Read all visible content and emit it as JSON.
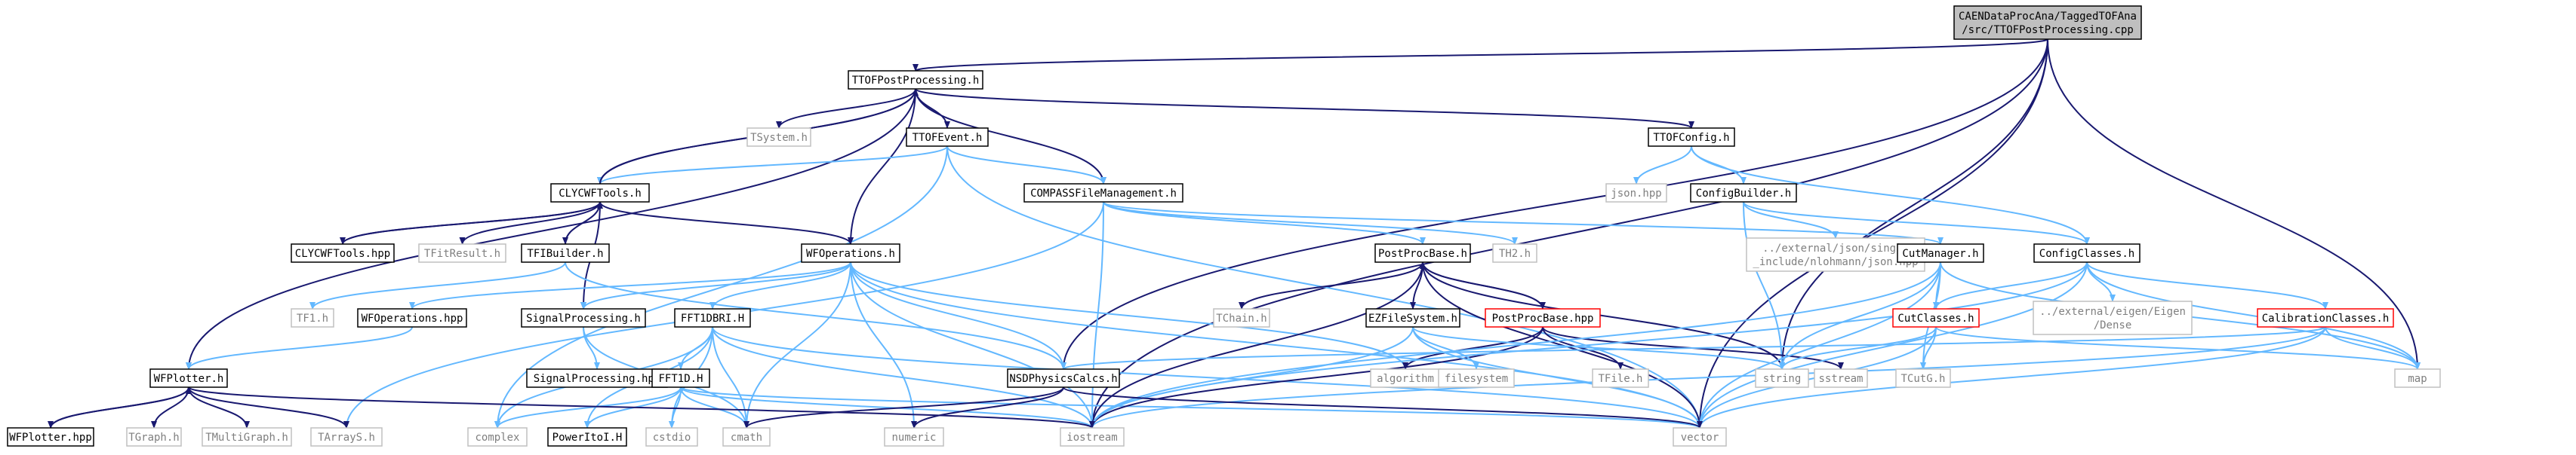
{
  "diagram": {
    "nodes": [
      {
        "id": "root",
        "lines": [
          "CAENDataProcAna/TaggedTOFAna",
          "/src/TTOFPostProcessing.cpp"
        ],
        "style": "root"
      },
      {
        "id": "ttofpp",
        "lines": [
          "TTOFPostProcessing.h"
        ],
        "style": "normal"
      },
      {
        "id": "tsystem",
        "lines": [
          "TSystem.h"
        ],
        "style": "missing"
      },
      {
        "id": "ttofevent",
        "lines": [
          "TTOFEvent.h"
        ],
        "style": "normal"
      },
      {
        "id": "ttofconfig",
        "lines": [
          "TTOFConfig.h"
        ],
        "style": "normal"
      },
      {
        "id": "jsonhpp",
        "lines": [
          "json.hpp"
        ],
        "style": "missing"
      },
      {
        "id": "configbuilder",
        "lines": [
          "ConfigBuilder.h"
        ],
        "style": "normal"
      },
      {
        "id": "nlohmann",
        "lines": [
          "../external/json/single",
          "_include/nlohmann/json.hpp"
        ],
        "style": "missing"
      },
      {
        "id": "clycwf",
        "lines": [
          "CLYCWFTools.h"
        ],
        "style": "normal"
      },
      {
        "id": "compass",
        "lines": [
          "COMPASSFileManagement.h"
        ],
        "style": "normal"
      },
      {
        "id": "clycwfhpp",
        "lines": [
          "CLYCWFTools.hpp"
        ],
        "style": "normal"
      },
      {
        "id": "tfitresult",
        "lines": [
          "TFitResult.h"
        ],
        "style": "missing"
      },
      {
        "id": "tfibuilder",
        "lines": [
          "TFIBuilder.h"
        ],
        "style": "normal"
      },
      {
        "id": "wfops",
        "lines": [
          "WFOperations.h"
        ],
        "style": "normal"
      },
      {
        "id": "postprocbase",
        "lines": [
          "PostProcBase.h"
        ],
        "style": "normal"
      },
      {
        "id": "th2",
        "lines": [
          "TH2.h"
        ],
        "style": "missing"
      },
      {
        "id": "cutmanager",
        "lines": [
          "CutManager.h"
        ],
        "style": "normal"
      },
      {
        "id": "configclasses",
        "lines": [
          "ConfigClasses.h"
        ],
        "style": "normal"
      },
      {
        "id": "tf1",
        "lines": [
          "TF1.h"
        ],
        "style": "missing"
      },
      {
        "id": "wfopshpp",
        "lines": [
          "WFOperations.hpp"
        ],
        "style": "normal"
      },
      {
        "id": "signalproc",
        "lines": [
          "SignalProcessing.h"
        ],
        "style": "normal"
      },
      {
        "id": "signalprochpp",
        "lines": [
          "SignalProcessing.hpp"
        ],
        "style": "normal"
      },
      {
        "id": "fft1dbri",
        "lines": [
          "FFT1DBRI.H"
        ],
        "style": "normal"
      },
      {
        "id": "tchain",
        "lines": [
          "TChain.h"
        ],
        "style": "missing"
      },
      {
        "id": "ezfs",
        "lines": [
          "EZFileSystem.h"
        ],
        "style": "normal"
      },
      {
        "id": "postprochpp",
        "lines": [
          "PostProcBase.hpp"
        ],
        "style": "red"
      },
      {
        "id": "cutclasses",
        "lines": [
          "CutClasses.h"
        ],
        "style": "red"
      },
      {
        "id": "eigen",
        "lines": [
          "../external/eigen/Eigen",
          "/Dense"
        ],
        "style": "missing"
      },
      {
        "id": "calibclasses",
        "lines": [
          "CalibrationClasses.h"
        ],
        "style": "red"
      },
      {
        "id": "wfplotter",
        "lines": [
          "WFPlotter.h"
        ],
        "style": "normal"
      },
      {
        "id": "wfplotterhpp",
        "lines": [
          "WFPlotter.hpp"
        ],
        "style": "normal"
      },
      {
        "id": "tgraph",
        "lines": [
          "TGraph.h"
        ],
        "style": "missing"
      },
      {
        "id": "tmultigraph",
        "lines": [
          "TMultiGraph.h"
        ],
        "style": "missing"
      },
      {
        "id": "tarrays",
        "lines": [
          "TArrayS.h"
        ],
        "style": "missing"
      },
      {
        "id": "fft1d",
        "lines": [
          "FFT1D.H"
        ],
        "style": "normal"
      },
      {
        "id": "complex",
        "lines": [
          "complex"
        ],
        "style": "missing"
      },
      {
        "id": "powertoi",
        "lines": [
          "PowerItoI.H"
        ],
        "style": "normal"
      },
      {
        "id": "cstdio",
        "lines": [
          "cstdio"
        ],
        "style": "missing"
      },
      {
        "id": "cmath",
        "lines": [
          "cmath"
        ],
        "style": "missing"
      },
      {
        "id": "iostream",
        "lines": [
          "iostream"
        ],
        "style": "missing"
      },
      {
        "id": "numeric",
        "lines": [
          "numeric"
        ],
        "style": "missing"
      },
      {
        "id": "nsdphys",
        "lines": [
          "NSDPhysicsCalcs.h"
        ],
        "style": "normal"
      },
      {
        "id": "algorithm",
        "lines": [
          "algorithm"
        ],
        "style": "missing"
      },
      {
        "id": "filesystem",
        "lines": [
          "filesystem"
        ],
        "style": "missing"
      },
      {
        "id": "tfile",
        "lines": [
          "TFile.h"
        ],
        "style": "missing"
      },
      {
        "id": "string",
        "lines": [
          "string"
        ],
        "style": "missing"
      },
      {
        "id": "sstream",
        "lines": [
          "sstream"
        ],
        "style": "missing"
      },
      {
        "id": "tcutg",
        "lines": [
          "TCutG.h"
        ],
        "style": "missing"
      },
      {
        "id": "vector",
        "lines": [
          "vector"
        ],
        "style": "missing"
      },
      {
        "id": "map",
        "lines": [
          "map"
        ],
        "style": "missing"
      }
    ]
  }
}
